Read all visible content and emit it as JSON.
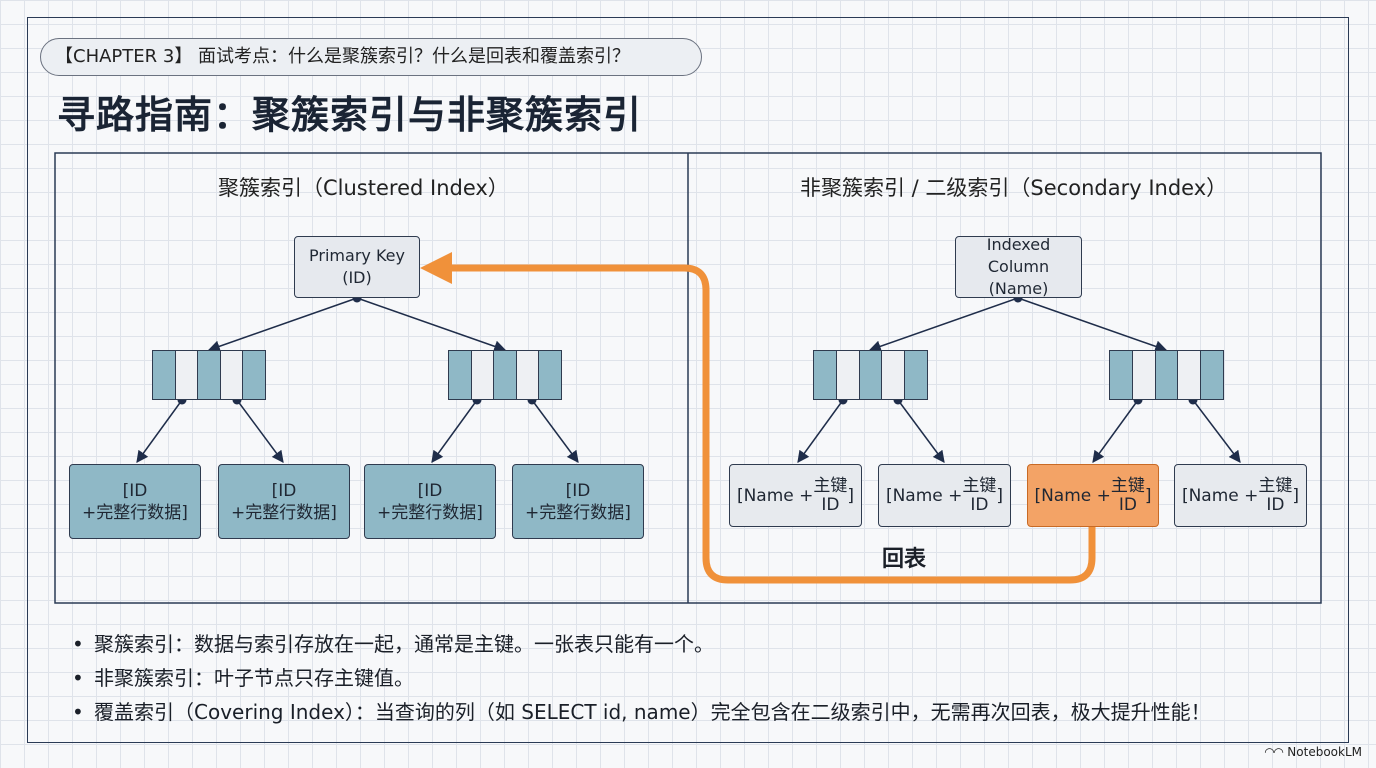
{
  "header": {
    "chapter_label": "【CHAPTER 3】 面试考点：什么是聚簇索引？什么是回表和覆盖索引？",
    "title": "寻路指南：聚簇索引与非聚簇索引"
  },
  "clustered": {
    "panel_title": "聚簇索引（Clustered Index）",
    "root_line1": "Primary Key",
    "root_line2": "(ID)",
    "leaf_line1": "[ID",
    "leaf_line2": "+完整行数据]"
  },
  "secondary": {
    "panel_title": "非聚簇索引 / 二级索引（Secondary Index）",
    "root_line1": "Indexed Column",
    "root_line2": "(Name)",
    "leaf_left": "[Name +",
    "leaf_key": "主键",
    "leaf_id": "ID",
    "leaf_right": "]"
  },
  "lookup_label": "回表",
  "bullets": [
    "聚簇索引：数据与索引存放在一起，通常是主键。一张表只能有一个。",
    "非聚簇索引：叶子节点只存主键值。",
    "覆盖索引（Covering Index）：当查询的列（如 SELECT id, name）完全包含在二级索引中，无需再次回表，极大提升性能！"
  ],
  "brand": "NotebookLM",
  "colors": {
    "leaf_teal": "#8fb8c6",
    "highlight_orange": "#f3a366",
    "arrow_orange": "#f0913a",
    "line_navy": "#1f2d4a"
  }
}
